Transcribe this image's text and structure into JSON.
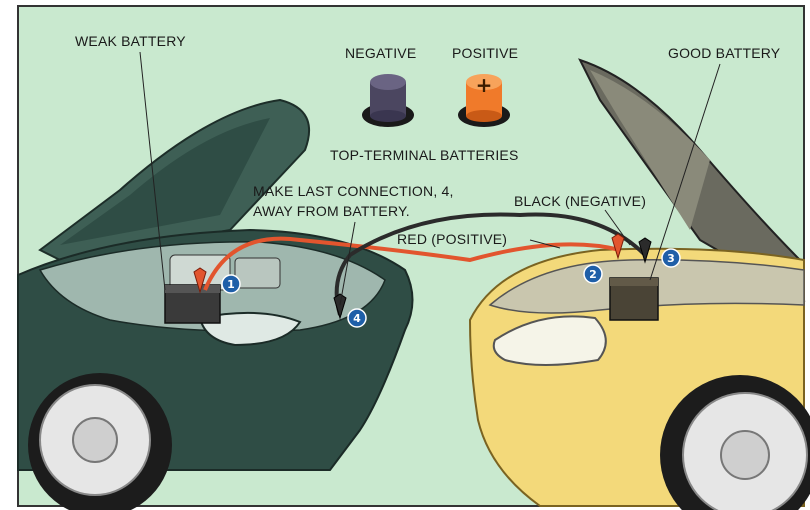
{
  "labels": {
    "weak_battery": "WEAK BATTERY",
    "negative": "NEGATIVE",
    "positive": "POSITIVE",
    "good_battery": "GOOD BATTERY",
    "top_terminal": "TOP-TERMINAL BATTERIES",
    "last_connection_line1": "MAKE LAST CONNECTION, 4,",
    "last_connection_line2": "AWAY FROM BATTERY.",
    "black_negative": "BLACK (NEGATIVE)",
    "red_positive": "RED (POSITIVE)",
    "plus_sign": "+"
  },
  "steps": [
    "1",
    "2",
    "3",
    "4"
  ],
  "colors": {
    "background": "#c9e9cf",
    "weak_car": "#2f4d45",
    "good_car": "#f3d97a",
    "red_cable": "#e2552e",
    "black_cable": "#2b2b2b",
    "step_badge": "#1f5fa8",
    "positive_terminal": "#f07a2a",
    "negative_terminal": "#4b4660"
  }
}
